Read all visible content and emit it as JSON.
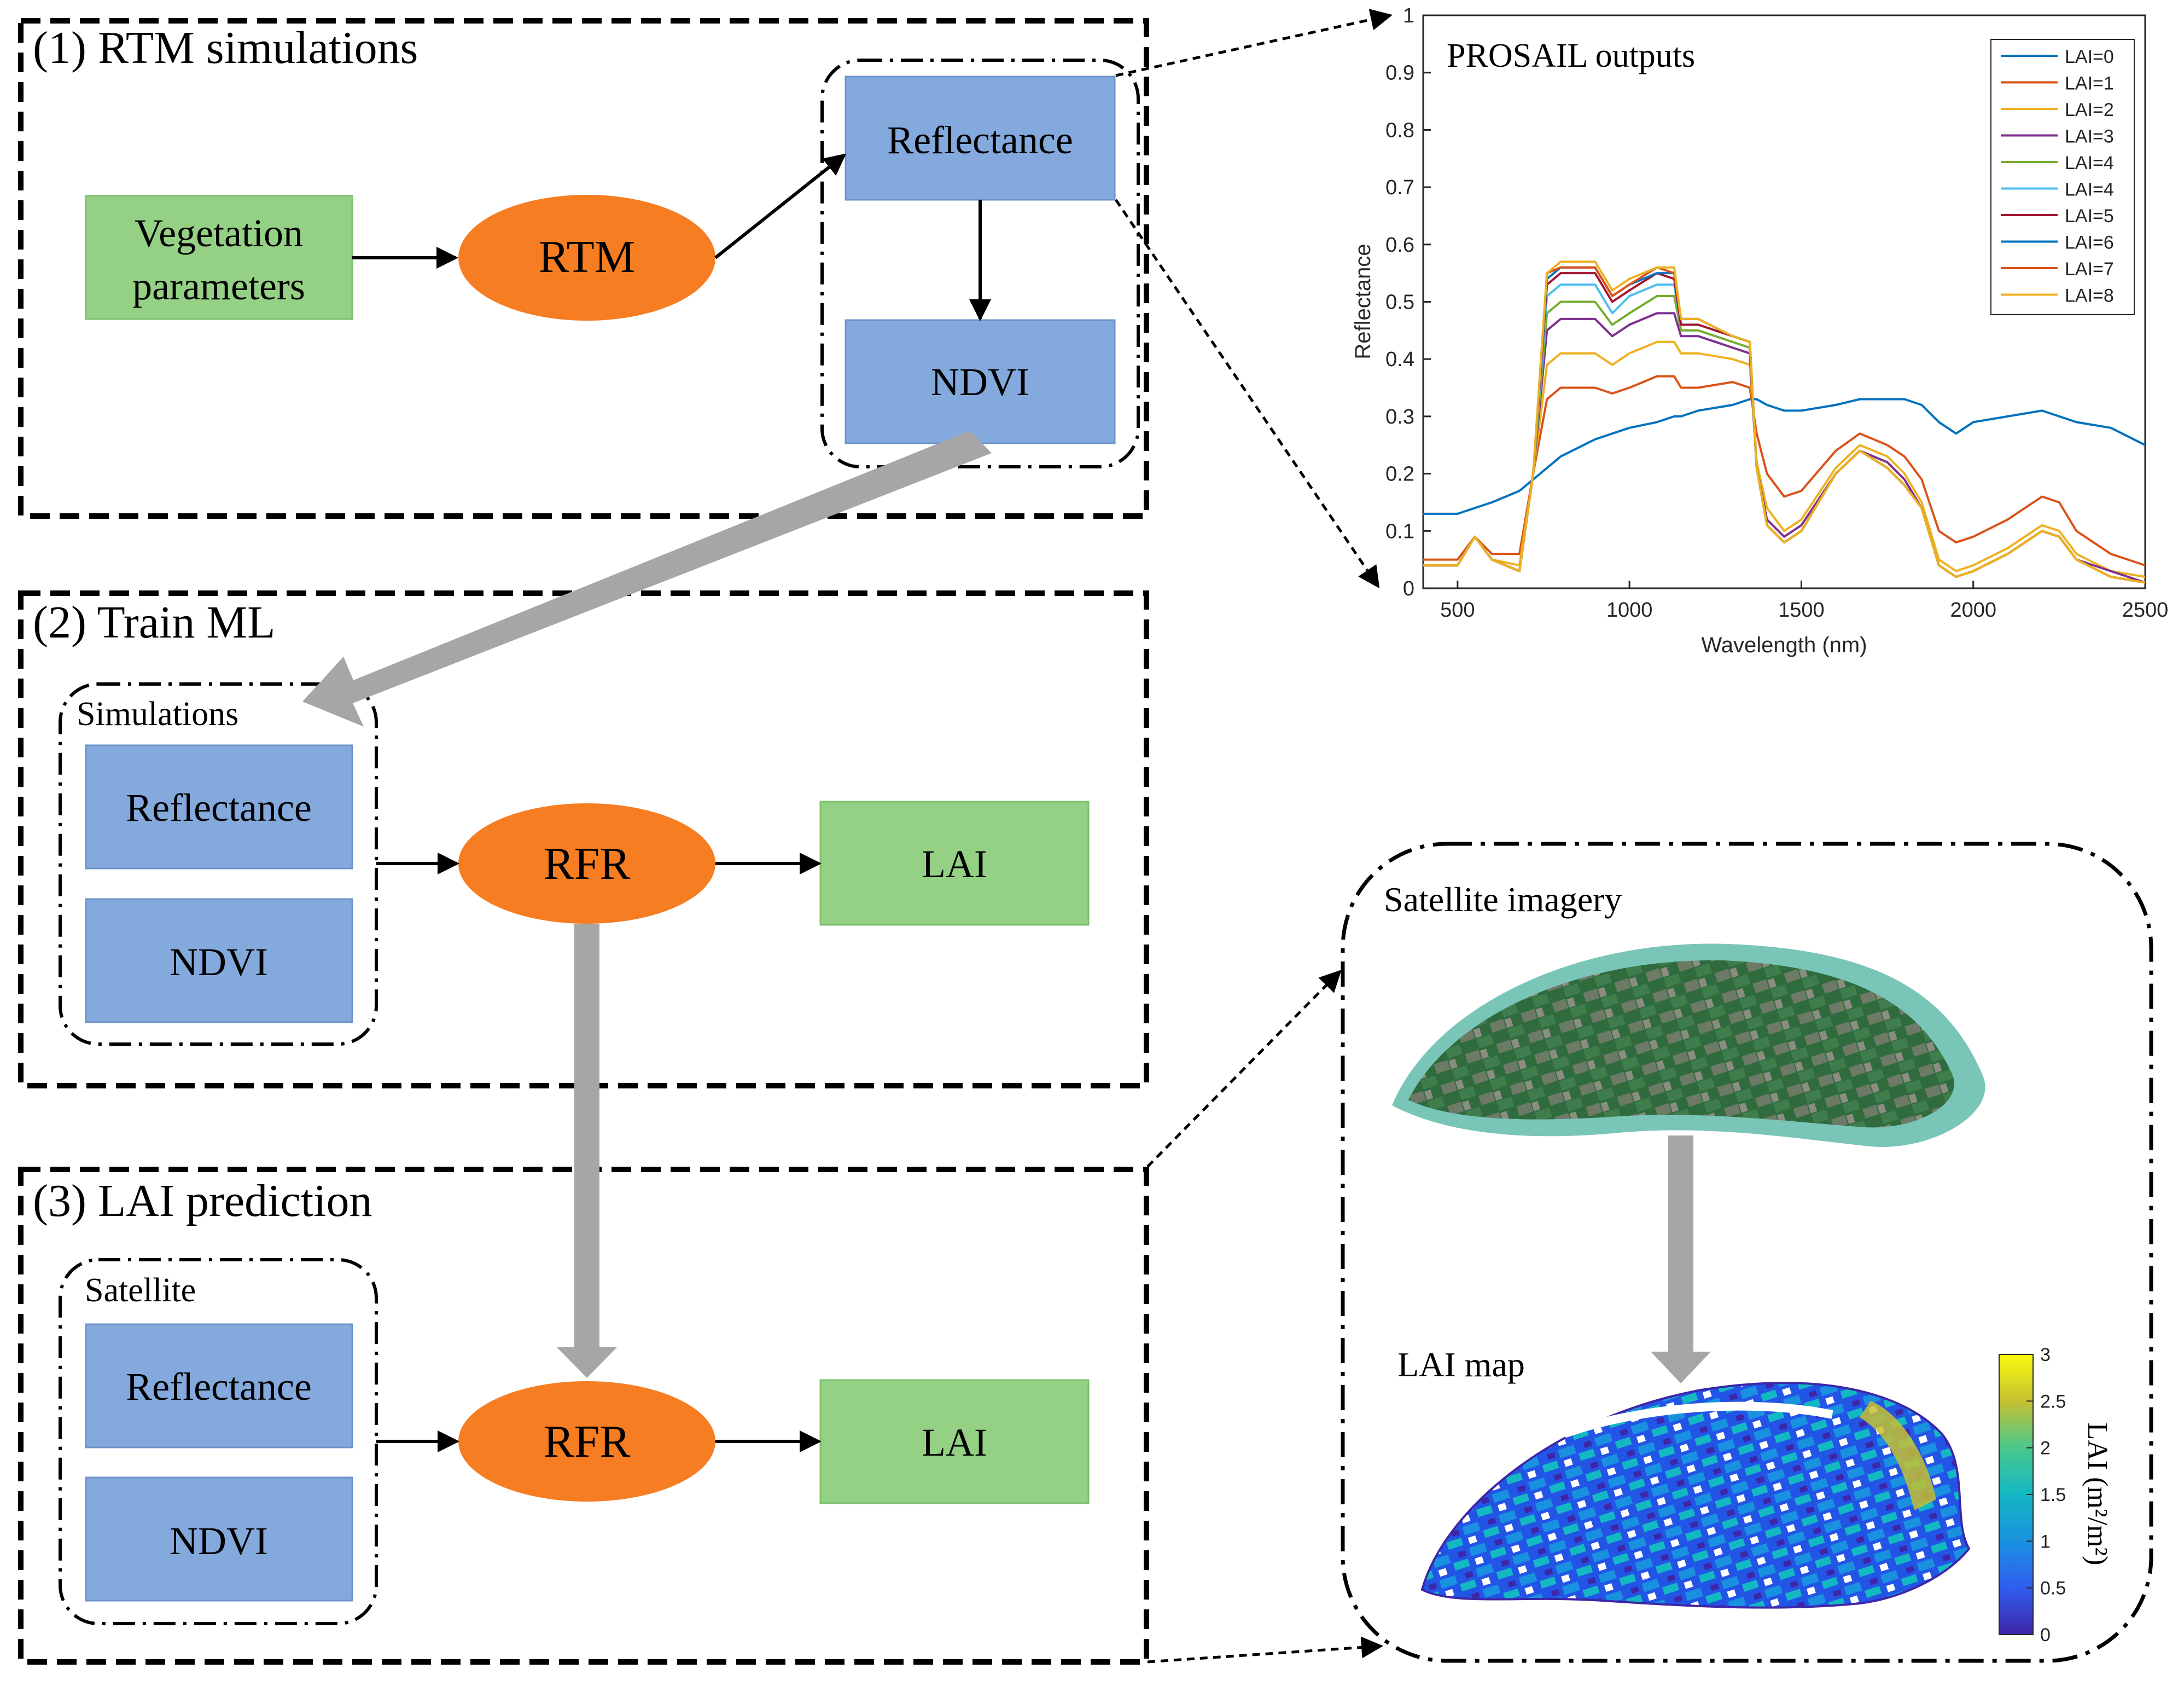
{
  "sections": {
    "rtm": {
      "title": "(1) RTM simulations",
      "vegetation_line1": "Vegetation",
      "vegetation_line2": "parameters",
      "rtm": "RTM",
      "reflectance": "Reflectance",
      "ndvi": "NDVI"
    },
    "train": {
      "title": "(2) Train ML",
      "group_label": "Simulations",
      "reflectance": "Reflectance",
      "ndvi": "NDVI",
      "rfr": "RFR",
      "lai": "LAI"
    },
    "predict": {
      "title": "(3) LAI prediction",
      "group_label": "Satellite",
      "reflectance": "Reflectance",
      "ndvi": "NDVI",
      "rfr": "RFR",
      "lai": "LAI"
    }
  },
  "imagery": {
    "satellite_label": "Satellite imagery",
    "lai_map_label": "LAI map",
    "colorbar": {
      "label": "LAI (m²/m²)",
      "ticks": [
        "0",
        "0.5",
        "1",
        "1.5",
        "2",
        "2.5",
        "3"
      ]
    }
  },
  "colors": {
    "green_box": "#95d185",
    "blue_box": "#84a9dd",
    "orange_ellipse": "#f67d22",
    "gray_arrow": "#a6a6a6"
  },
  "chart_data": {
    "type": "line",
    "title": "PROSAIL outputs",
    "xlabel": "Wavelength (nm)",
    "ylabel": "Reflectance",
    "xlim": [
      400,
      2500
    ],
    "ylim": [
      0,
      1
    ],
    "xticks": [
      500,
      1000,
      1500,
      2000,
      2500
    ],
    "yticks": [
      0,
      0.1,
      0.2,
      0.3,
      0.4,
      0.5,
      0.6,
      0.7,
      0.8,
      0.9,
      1
    ],
    "legend_position": "top-right",
    "x": [
      400,
      500,
      550,
      600,
      680,
      720,
      760,
      800,
      900,
      950,
      1000,
      1080,
      1130,
      1150,
      1200,
      1300,
      1350,
      1370,
      1400,
      1450,
      1500,
      1600,
      1670,
      1750,
      1800,
      1850,
      1900,
      1950,
      2000,
      2100,
      2200,
      2250,
      2300,
      2400,
      2500
    ],
    "series": [
      {
        "name": "LAI=0",
        "color": "#0072bd",
        "values": [
          0.13,
          0.13,
          0.14,
          0.15,
          0.17,
          0.19,
          0.21,
          0.23,
          0.26,
          0.27,
          0.28,
          0.29,
          0.3,
          0.3,
          0.31,
          0.32,
          0.33,
          0.33,
          0.32,
          0.31,
          0.31,
          0.32,
          0.33,
          0.33,
          0.33,
          0.32,
          0.29,
          0.27,
          0.29,
          0.3,
          0.31,
          0.3,
          0.29,
          0.28,
          0.25
        ]
      },
      {
        "name": "LAI=1",
        "color": "#d95319",
        "values": [
          0.05,
          0.05,
          0.09,
          0.06,
          0.06,
          0.2,
          0.33,
          0.35,
          0.35,
          0.34,
          0.35,
          0.37,
          0.37,
          0.35,
          0.35,
          0.36,
          0.35,
          0.27,
          0.2,
          0.16,
          0.17,
          0.24,
          0.27,
          0.25,
          0.23,
          0.19,
          0.1,
          0.08,
          0.09,
          0.12,
          0.16,
          0.15,
          0.1,
          0.06,
          0.04
        ]
      },
      {
        "name": "LAI=2",
        "color": "#edb120",
        "values": [
          0.04,
          0.04,
          0.09,
          0.05,
          0.04,
          0.2,
          0.39,
          0.41,
          0.41,
          0.39,
          0.41,
          0.43,
          0.43,
          0.41,
          0.41,
          0.4,
          0.39,
          0.22,
          0.14,
          0.1,
          0.12,
          0.21,
          0.25,
          0.23,
          0.2,
          0.15,
          0.05,
          0.03,
          0.04,
          0.07,
          0.11,
          0.1,
          0.06,
          0.03,
          0.02
        ]
      },
      {
        "name": "LAI=3",
        "color": "#7e2f8e",
        "values": [
          0.04,
          0.04,
          0.09,
          0.05,
          0.03,
          0.2,
          0.45,
          0.47,
          0.47,
          0.44,
          0.46,
          0.48,
          0.48,
          0.44,
          0.44,
          0.42,
          0.41,
          0.21,
          0.12,
          0.09,
          0.11,
          0.2,
          0.24,
          0.22,
          0.19,
          0.14,
          0.04,
          0.02,
          0.03,
          0.06,
          0.1,
          0.09,
          0.05,
          0.03,
          0.01
        ]
      },
      {
        "name": "LAI=4",
        "color": "#77ac30",
        "values": [
          0.04,
          0.04,
          0.09,
          0.05,
          0.03,
          0.2,
          0.48,
          0.5,
          0.5,
          0.46,
          0.48,
          0.51,
          0.51,
          0.45,
          0.45,
          0.43,
          0.42,
          0.21,
          0.11,
          0.08,
          0.1,
          0.2,
          0.24,
          0.21,
          0.18,
          0.14,
          0.04,
          0.02,
          0.03,
          0.06,
          0.1,
          0.09,
          0.05,
          0.02,
          0.01
        ]
      },
      {
        "name": "LAI=4",
        "color": "#4dbeee",
        "values": [
          0.04,
          0.04,
          0.09,
          0.05,
          0.03,
          0.2,
          0.51,
          0.53,
          0.53,
          0.48,
          0.51,
          0.53,
          0.53,
          0.46,
          0.46,
          0.44,
          0.43,
          0.21,
          0.11,
          0.08,
          0.1,
          0.2,
          0.24,
          0.21,
          0.18,
          0.14,
          0.04,
          0.02,
          0.03,
          0.06,
          0.1,
          0.09,
          0.05,
          0.02,
          0.01
        ]
      },
      {
        "name": "LAI=5",
        "color": "#a2142f",
        "values": [
          0.04,
          0.04,
          0.09,
          0.05,
          0.03,
          0.2,
          0.53,
          0.55,
          0.55,
          0.5,
          0.52,
          0.55,
          0.54,
          0.46,
          0.46,
          0.44,
          0.43,
          0.21,
          0.11,
          0.08,
          0.1,
          0.2,
          0.24,
          0.21,
          0.18,
          0.14,
          0.04,
          0.02,
          0.03,
          0.06,
          0.1,
          0.09,
          0.05,
          0.02,
          0.01
        ]
      },
      {
        "name": "LAI=6",
        "color": "#0072bd",
        "values": [
          0.04,
          0.04,
          0.09,
          0.05,
          0.03,
          0.2,
          0.54,
          0.56,
          0.56,
          0.51,
          0.53,
          0.55,
          0.55,
          0.47,
          0.47,
          0.44,
          0.43,
          0.21,
          0.11,
          0.08,
          0.1,
          0.2,
          0.24,
          0.21,
          0.18,
          0.14,
          0.04,
          0.02,
          0.03,
          0.06,
          0.1,
          0.09,
          0.05,
          0.02,
          0.01
        ]
      },
      {
        "name": "LAI=7",
        "color": "#d95319",
        "values": [
          0.04,
          0.04,
          0.09,
          0.05,
          0.03,
          0.2,
          0.55,
          0.56,
          0.56,
          0.51,
          0.53,
          0.56,
          0.55,
          0.47,
          0.47,
          0.44,
          0.43,
          0.21,
          0.11,
          0.08,
          0.1,
          0.2,
          0.24,
          0.21,
          0.18,
          0.14,
          0.04,
          0.02,
          0.03,
          0.06,
          0.1,
          0.09,
          0.05,
          0.02,
          0.01
        ]
      },
      {
        "name": "LAI=8",
        "color": "#edb120",
        "values": [
          0.04,
          0.04,
          0.09,
          0.05,
          0.03,
          0.2,
          0.55,
          0.57,
          0.57,
          0.52,
          0.54,
          0.56,
          0.56,
          0.47,
          0.47,
          0.44,
          0.43,
          0.21,
          0.11,
          0.08,
          0.1,
          0.2,
          0.24,
          0.21,
          0.18,
          0.14,
          0.04,
          0.02,
          0.03,
          0.06,
          0.1,
          0.09,
          0.05,
          0.02,
          0.01
        ]
      }
    ]
  }
}
